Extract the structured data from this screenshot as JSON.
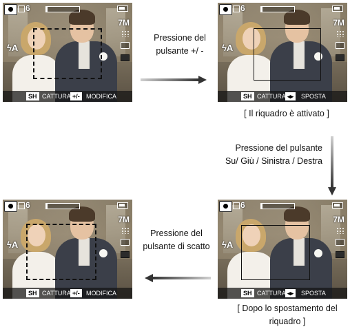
{
  "screens": {
    "top_left": {
      "count": "6",
      "resolution": "7M",
      "flash": "ϟA",
      "btn1": "SH",
      "label1": "CATTURA",
      "btn2": "+/-",
      "label2": "MODIFICA"
    },
    "top_right": {
      "count": "6",
      "resolution": "7M",
      "flash": "ϟA",
      "btn1": "SH",
      "label1": "CATTURA",
      "btn2": "◂▸",
      "label2": "SPOSTA"
    },
    "bottom_right": {
      "count": "6",
      "resolution": "7M",
      "flash": "ϟA",
      "btn1": "SH",
      "label1": "CATTURA",
      "btn2": "◂▸",
      "label2": "SPOSTA"
    },
    "bottom_left": {
      "count": "6",
      "resolution": "7M",
      "flash": "ϟA",
      "btn1": "SH",
      "label1": "CATTURA",
      "btn2": "+/-",
      "label2": "MODIFICA"
    }
  },
  "captions": {
    "step1_line1": "Pressione del",
    "step1_line2": "pulsante +/ -",
    "status_active": "[ Il riquadro è attivato ]",
    "step2_line1": "Pressione del pulsante",
    "step2_line2": "Su/ Giù / Sinistra / Destra",
    "status_moved_line1": "[ Dopo lo spostamento del",
    "status_moved_line2": "riquadro ]",
    "step3_line1": "Pressione del",
    "step3_line2": "pulsante di scatto"
  },
  "colors": {
    "arrow": "#333333",
    "frame": "#111111"
  }
}
